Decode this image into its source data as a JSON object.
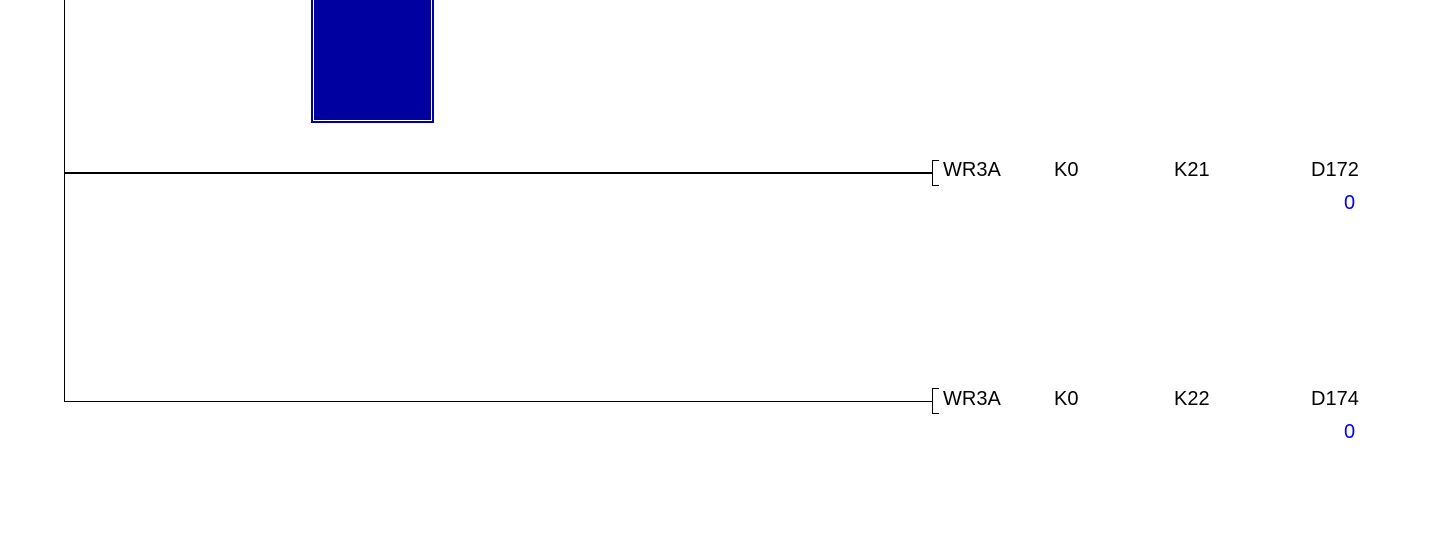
{
  "colors": {
    "background": "#ffffff",
    "line": "#000000",
    "text": "#000000",
    "cursor_fill": "#0000a0",
    "cursor_inner_border": "#ffffff",
    "monitor_value": "#0000ff"
  },
  "rungs": [
    {
      "instruction": "WR3A",
      "operands": [
        "K0",
        "K21",
        "D172"
      ],
      "monitor_value": "0"
    },
    {
      "instruction": "WR3A",
      "operands": [
        "K0",
        "K22",
        "D174"
      ],
      "monitor_value": "0"
    }
  ]
}
